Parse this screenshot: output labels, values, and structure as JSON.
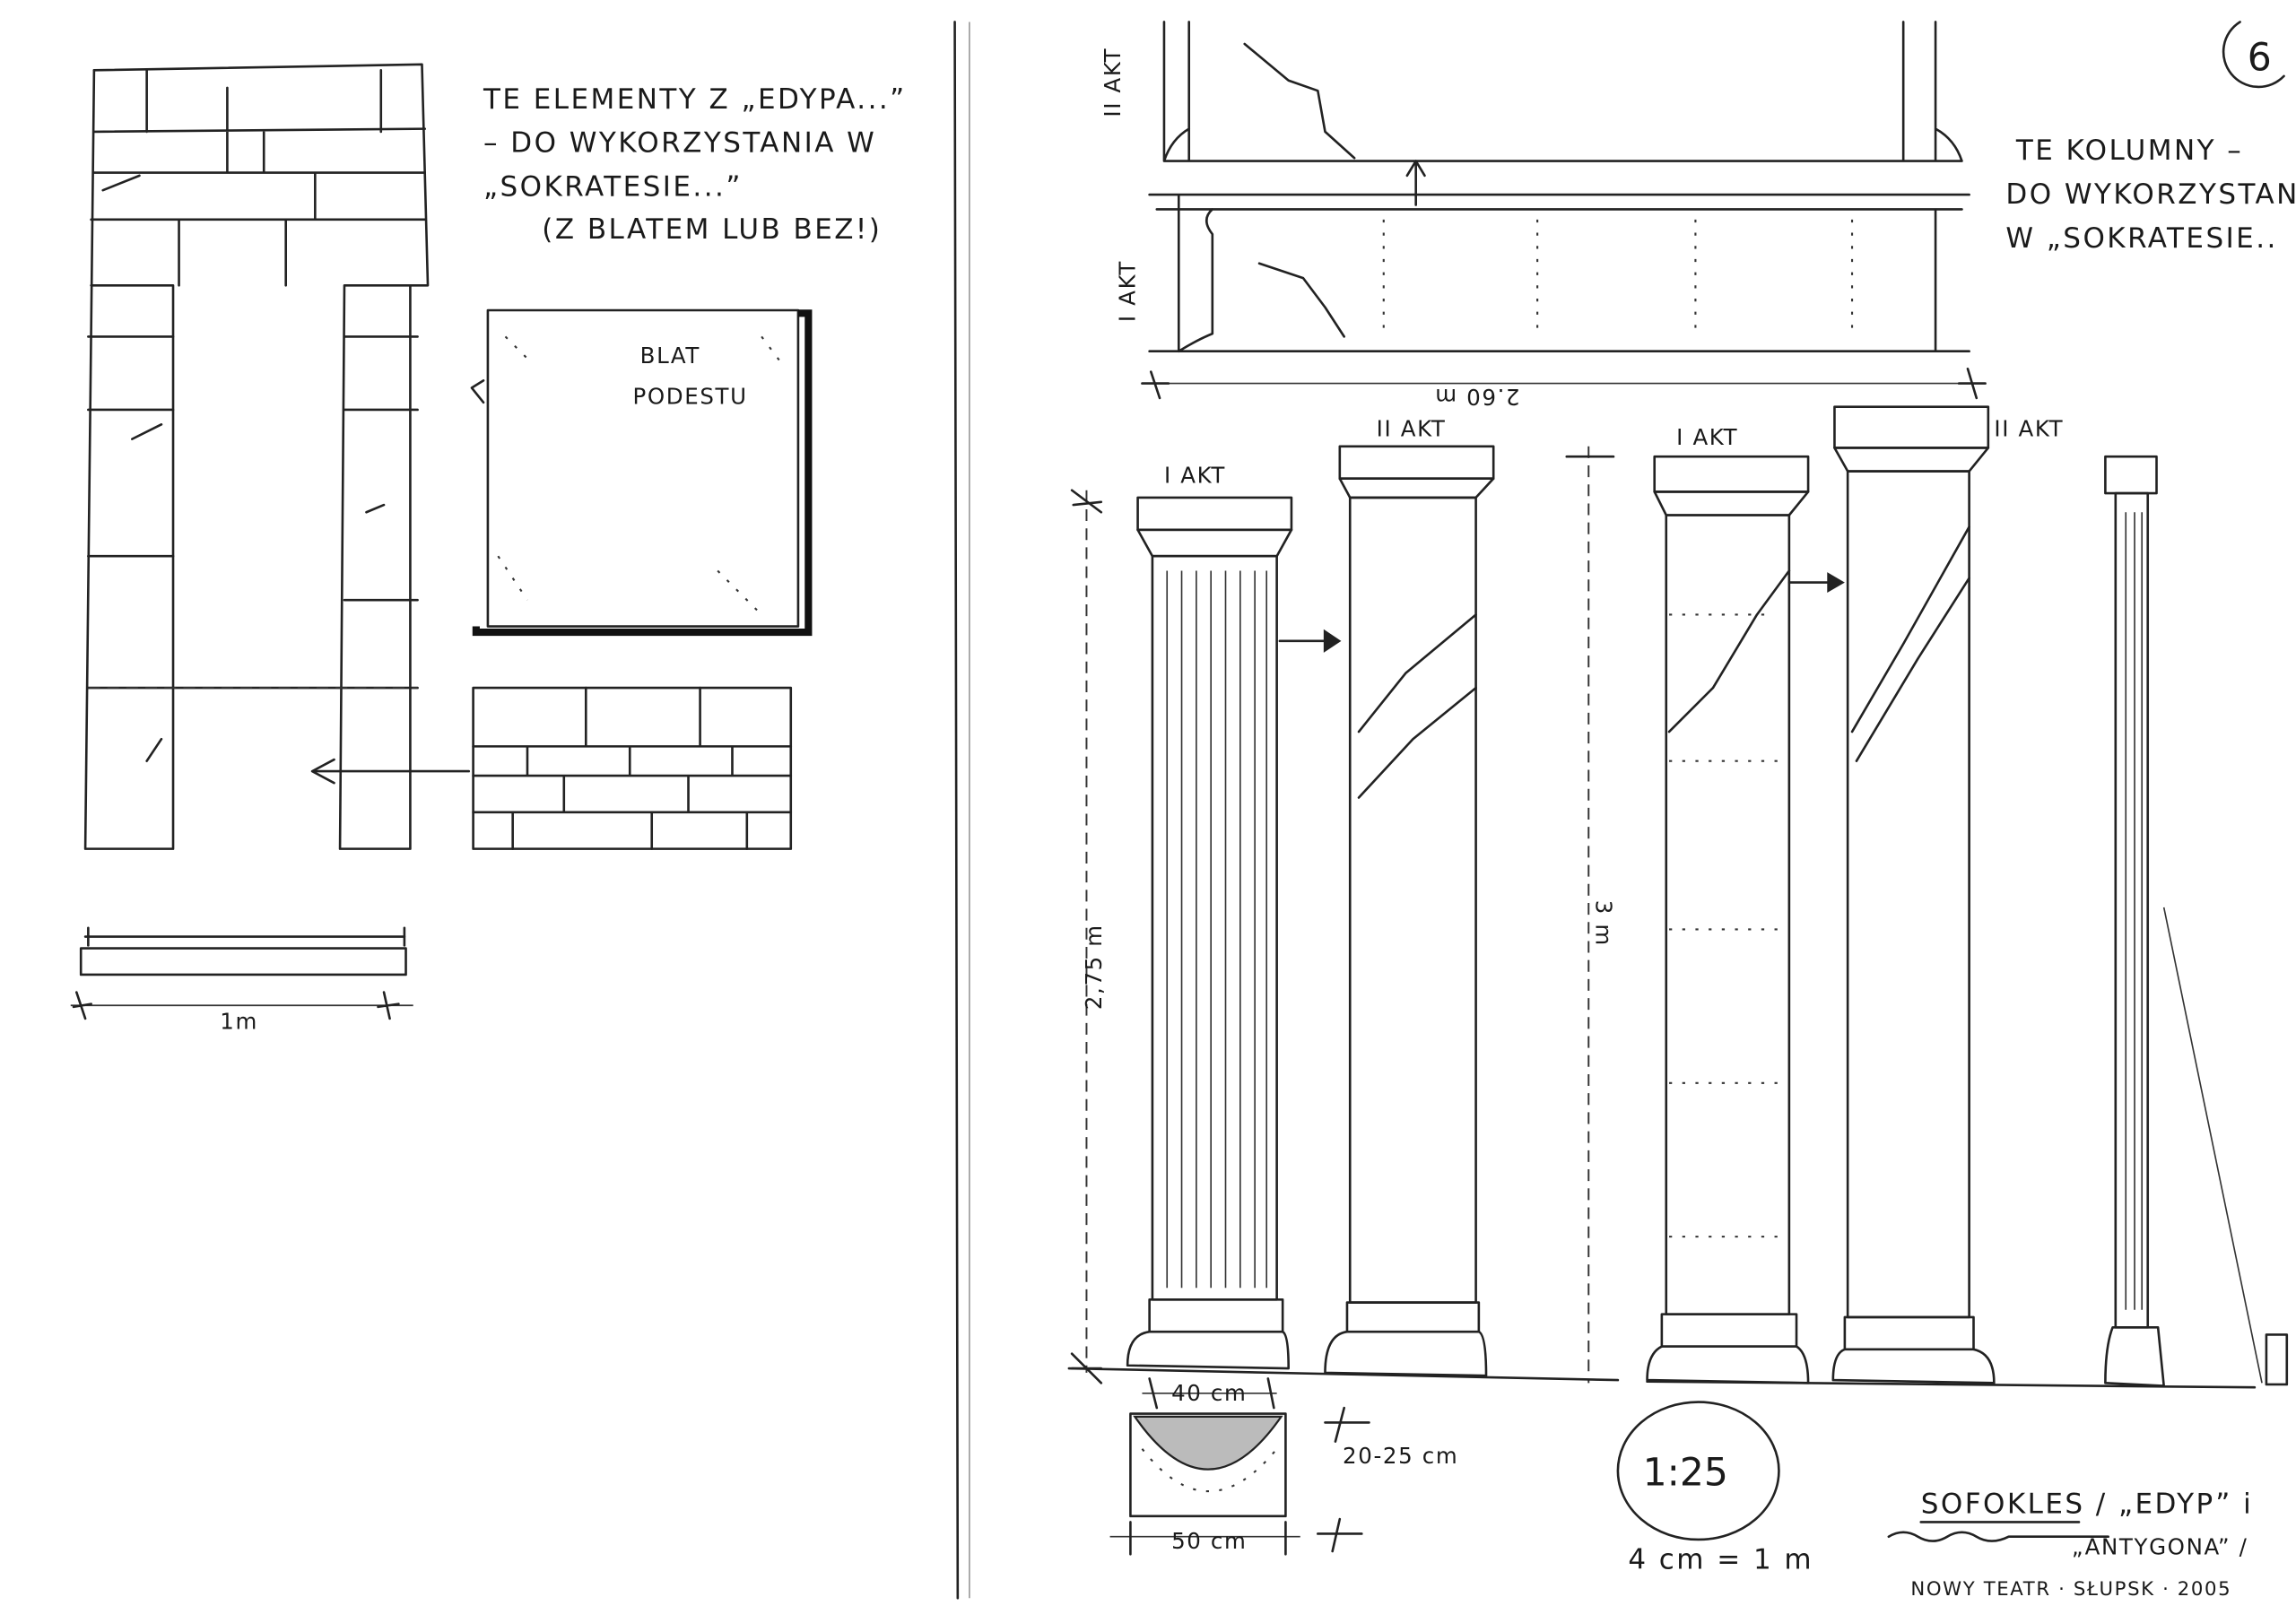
{
  "page_number": "6",
  "left_page": {
    "note_lines": [
      "TE ELEMENTY Z „EDYPA...”",
      "– DO WYKORZYSTANIA W",
      "„SOKRATESIE...”",
      "(Z BLATEM LUB BEZ!)"
    ],
    "pedestal_label_lines": [
      "BLAT",
      "PODESTU"
    ],
    "scale_dimension": "1m"
  },
  "right_page": {
    "note_lines": [
      "TE KOLUMNY –",
      "DO WYKORZYSTAN",
      "W „SOKRATESIE.."
    ],
    "beam_labels": {
      "top": "II AKT",
      "bottom": "I AKT"
    },
    "beam_length": "2.60 m",
    "columns": [
      {
        "label": "I AKT"
      },
      {
        "label": "II AKT"
      },
      {
        "label": "I AKT"
      },
      {
        "label": "II AKT"
      }
    ],
    "height_left": "2,75 m",
    "height_right": "3 m",
    "base_dimensions": {
      "top_width": "40 cm",
      "height": "20-25 cm",
      "bottom_width": "50 cm"
    },
    "scale": {
      "ratio": "1:25",
      "equivalence": "4 cm = 1 m"
    },
    "title_block": {
      "line1": "SOFOKLES / „EDYP” i",
      "line2": "„ANTYGONA” /",
      "line3": "NOWY TEATR · SŁUPSK · 2005"
    }
  },
  "colors": {
    "ink": "#222222",
    "paper": "#ffffff",
    "stone_fill": "#c9c9c9"
  }
}
